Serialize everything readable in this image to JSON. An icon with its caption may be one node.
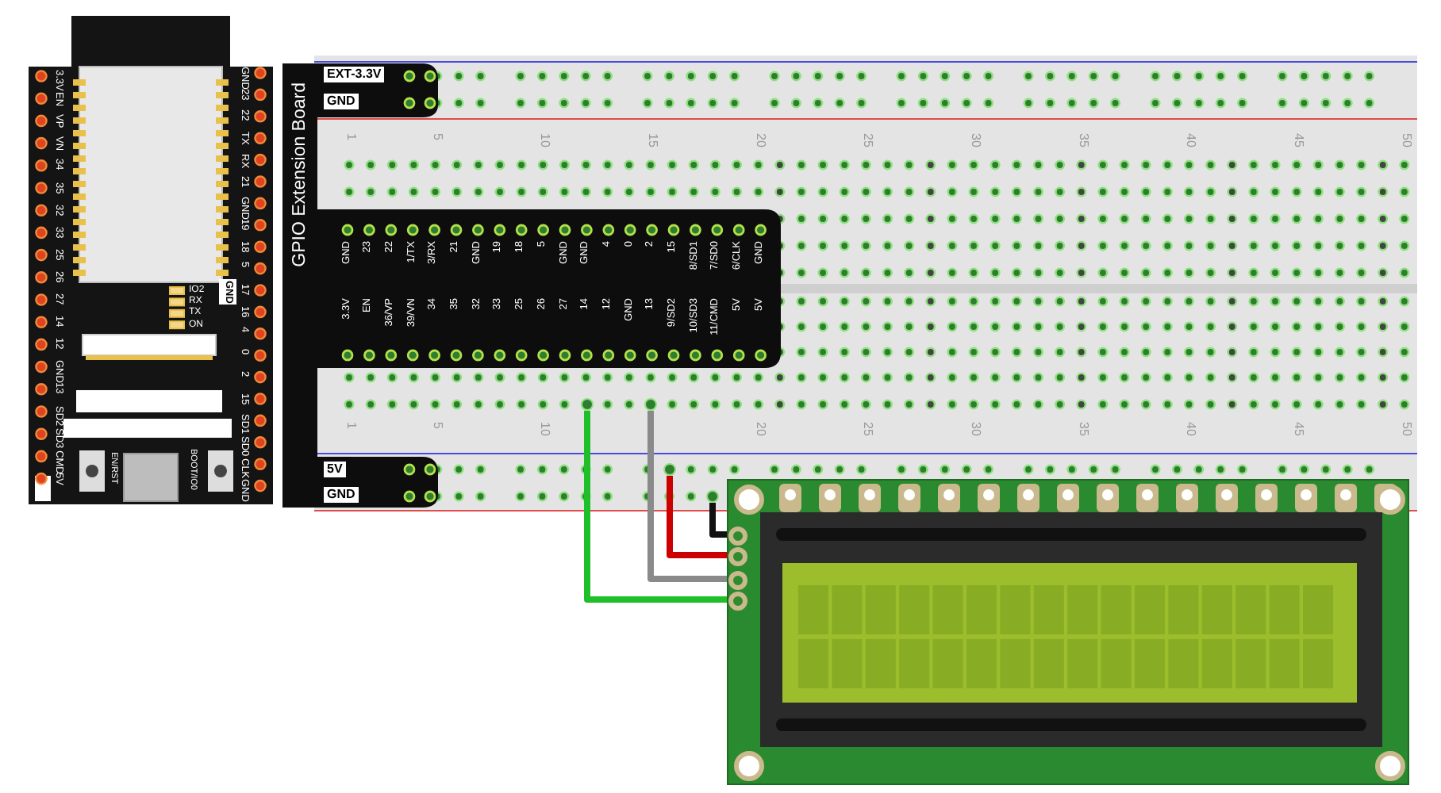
{
  "diagram": {
    "nodes": [
      {
        "text": [],
        "shape": "circle"
      },
      {
        "text": [],
        "shape": "circle"
      },
      {
        "text": [],
        "shape": "circle"
      },
      {
        "text": [],
        "shape": "circle"
      },
      {
        "text": [],
        "shape": "box"
      },
      {
        "text": [],
        "shape": "circle",
        "in": 4
      },
      {
        "text": [],
        "shape": "circle",
        "in": 4
      },
      {
        "text": [],
        "shape": "circle",
        "in": 4
      },
      {
        "text": [],
        "shape": "circle",
        "in": 4
      }
    ],
    "edges": [
      {
        "from": 3,
        "to": 5,
        "arrow": "none",
        "color": "#111111"
      },
      {
        "from": 2,
        "to": 6,
        "arrow": "none",
        "color": "#cc0000"
      },
      {
        "from": 1,
        "to": 7,
        "arrow": "none",
        "color": "#8a8a8a"
      },
      {
        "from": 0,
        "to": 8,
        "arrow": "none",
        "color": "#1fbf2a"
      }
    ],
    "labels": [
      "3.3V",
      "EN",
      "VP",
      "VN",
      "34",
      "35",
      "32",
      "33",
      "25",
      "26",
      "27",
      "14",
      "12",
      "GND",
      "13",
      "SD2",
      "SD3",
      "CMD",
      "5V",
      "GND",
      "23",
      "22",
      "TX",
      "RX",
      "21",
      "GND",
      "19",
      "18",
      "5",
      "17",
      "16",
      "4",
      "0",
      "2",
      "15",
      "SD1",
      "SD0",
      "CLK",
      "GND",
      "IO2",
      "RX",
      "TX",
      "ON",
      "GND",
      "EN/RST",
      "BOOT/IO0",
      "GPIO Extension Board",
      "EXT-3.3V",
      "GND",
      "1",
      "5",
      "10",
      "15",
      "20",
      "25",
      "30",
      "35",
      "40",
      "45",
      "50",
      "GND",
      "23",
      "22",
      "1/TX",
      "3/RX",
      "21",
      "GND",
      "19",
      "18",
      "5",
      "GND",
      "GND",
      "4",
      "0",
      "2",
      "15",
      "8/SD1",
      "7/SD0",
      "6/CLK",
      "GND",
      "3.3V",
      "EN",
      "36/VP",
      "39/VN",
      "34",
      "35",
      "32",
      "33",
      "25",
      "26",
      "27",
      "14",
      "12",
      "GND",
      "13",
      "9/SD2",
      "10/SD3",
      "11/CMD",
      "5V",
      "5V",
      "1",
      "5",
      "10",
      "20",
      "25",
      "30",
      "35",
      "40",
      "45",
      "50",
      "5V",
      "GND"
    ]
  }
}
